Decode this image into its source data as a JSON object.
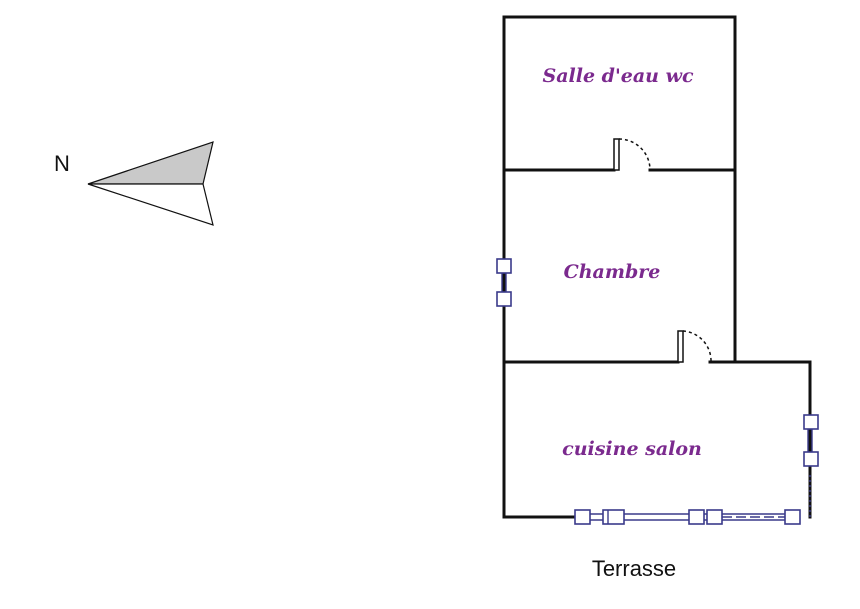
{
  "compass": {
    "label": "N"
  },
  "rooms": {
    "bathroom": "Salle d'eau wc",
    "bedroom": "Chambre",
    "living": "cuisine salon"
  },
  "outside": {
    "terrace": "Terrasse"
  }
}
